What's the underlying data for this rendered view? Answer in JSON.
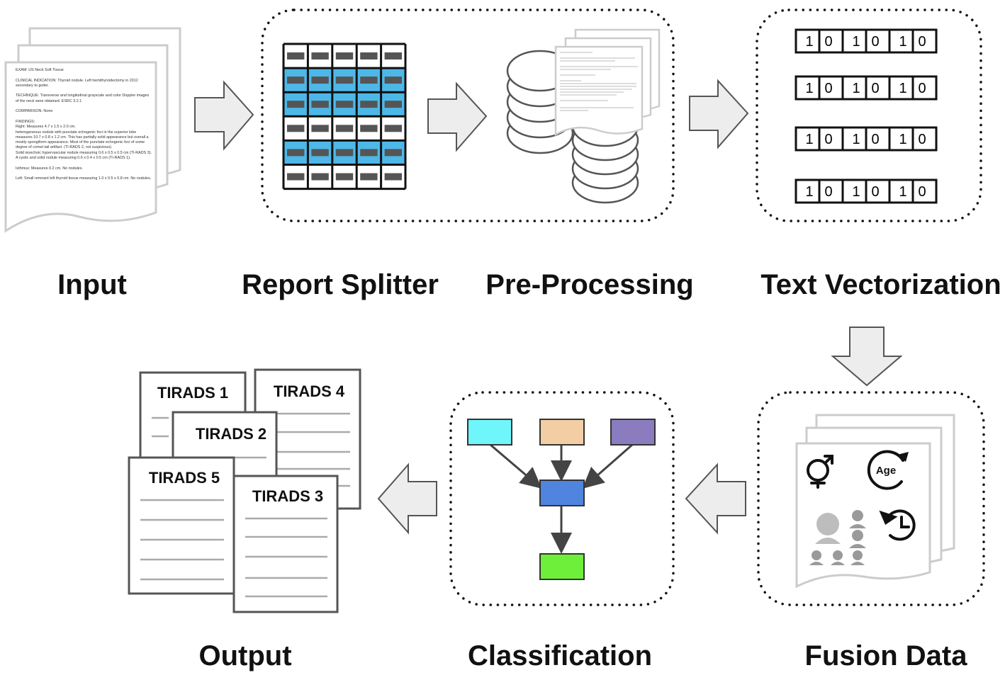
{
  "stages": {
    "input": "Input",
    "report_splitter": "Report Splitter",
    "pre_processing": "Pre-Processing",
    "text_vectorization": "Text Vectorization",
    "fusion_data": "Fusion Data",
    "classification": "Classification",
    "output": "Output"
  },
  "input_report": {
    "lines": [
      "EXAM: US Neck Soft Tissue",
      "",
      "CLINICAL INDICATION: Thyroid nodule. Left hemithyroidectomy in 2012 secondary to goiter.",
      "",
      "TECHNIQUE: Transverse and longitudinal grayscale and color Doppler images of the neck were obtained. ESRC 3.2.1",
      "",
      "COMPARISON: None",
      "",
      "FINDINGS:",
      "Right: Measures 4.7 x 1.5 x 2.0 cm.",
      "heterogeneous nodule with punctate echogenic foci in the superior lobe measures 10.7 x 0.8 x 1.2 cm. This has partially solid appearance but overall a mostly spongiform appearance. Most of the punctate echogenic foci of some degree of comet tail artifact. (TI-RADS 2, not suspicious).",
      "Solid isoechoic hypervascular nodule measuring 0.6 x 0.5 x 0.5 cm (TI-RADS 3).",
      "A cystic and solid nodule measuring 0.6 x 0.4 x 0.5 cm (TI-RADS 1).",
      "",
      "Isthmus: Measures 0.2 cm. No nodules.",
      "",
      "Left: Small remnant left thyroid tissue measuring 1.0 x 0.5 x 0.8 cm. No nodules."
    ]
  },
  "vectorization": {
    "rows": [
      [
        "1",
        "0",
        "1",
        "0",
        "1",
        "0"
      ],
      [
        "1",
        "0",
        "1",
        "0",
        "1",
        "0"
      ],
      [
        "1",
        "0",
        "1",
        "0",
        "1",
        "0"
      ],
      [
        "1",
        "0",
        "1",
        "0",
        "1",
        "0"
      ]
    ]
  },
  "fusion": {
    "age_label": "Age",
    "icons": [
      "gender-icon",
      "age-cycle-icon",
      "ethnicity-icon",
      "history-clock-icon"
    ]
  },
  "classification": {
    "input_colors": [
      "#6ff6fb",
      "#f3cea4",
      "#8b7cbf"
    ],
    "hidden_color": "#4f84df",
    "output_color": "#6ef03a"
  },
  "splitter": {
    "highlight_color": "#4db8e8",
    "highlight_rows": [
      1,
      2,
      4
    ]
  },
  "output": {
    "labels": [
      "TIRADS 1",
      "TIRADS 4",
      "TIRADS 2",
      "TIRADS 5",
      "TIRADS 3"
    ]
  },
  "colors": {
    "arrow_fill": "#ededed",
    "arrow_stroke": "#555555",
    "doc_stroke": "#cccccc"
  }
}
